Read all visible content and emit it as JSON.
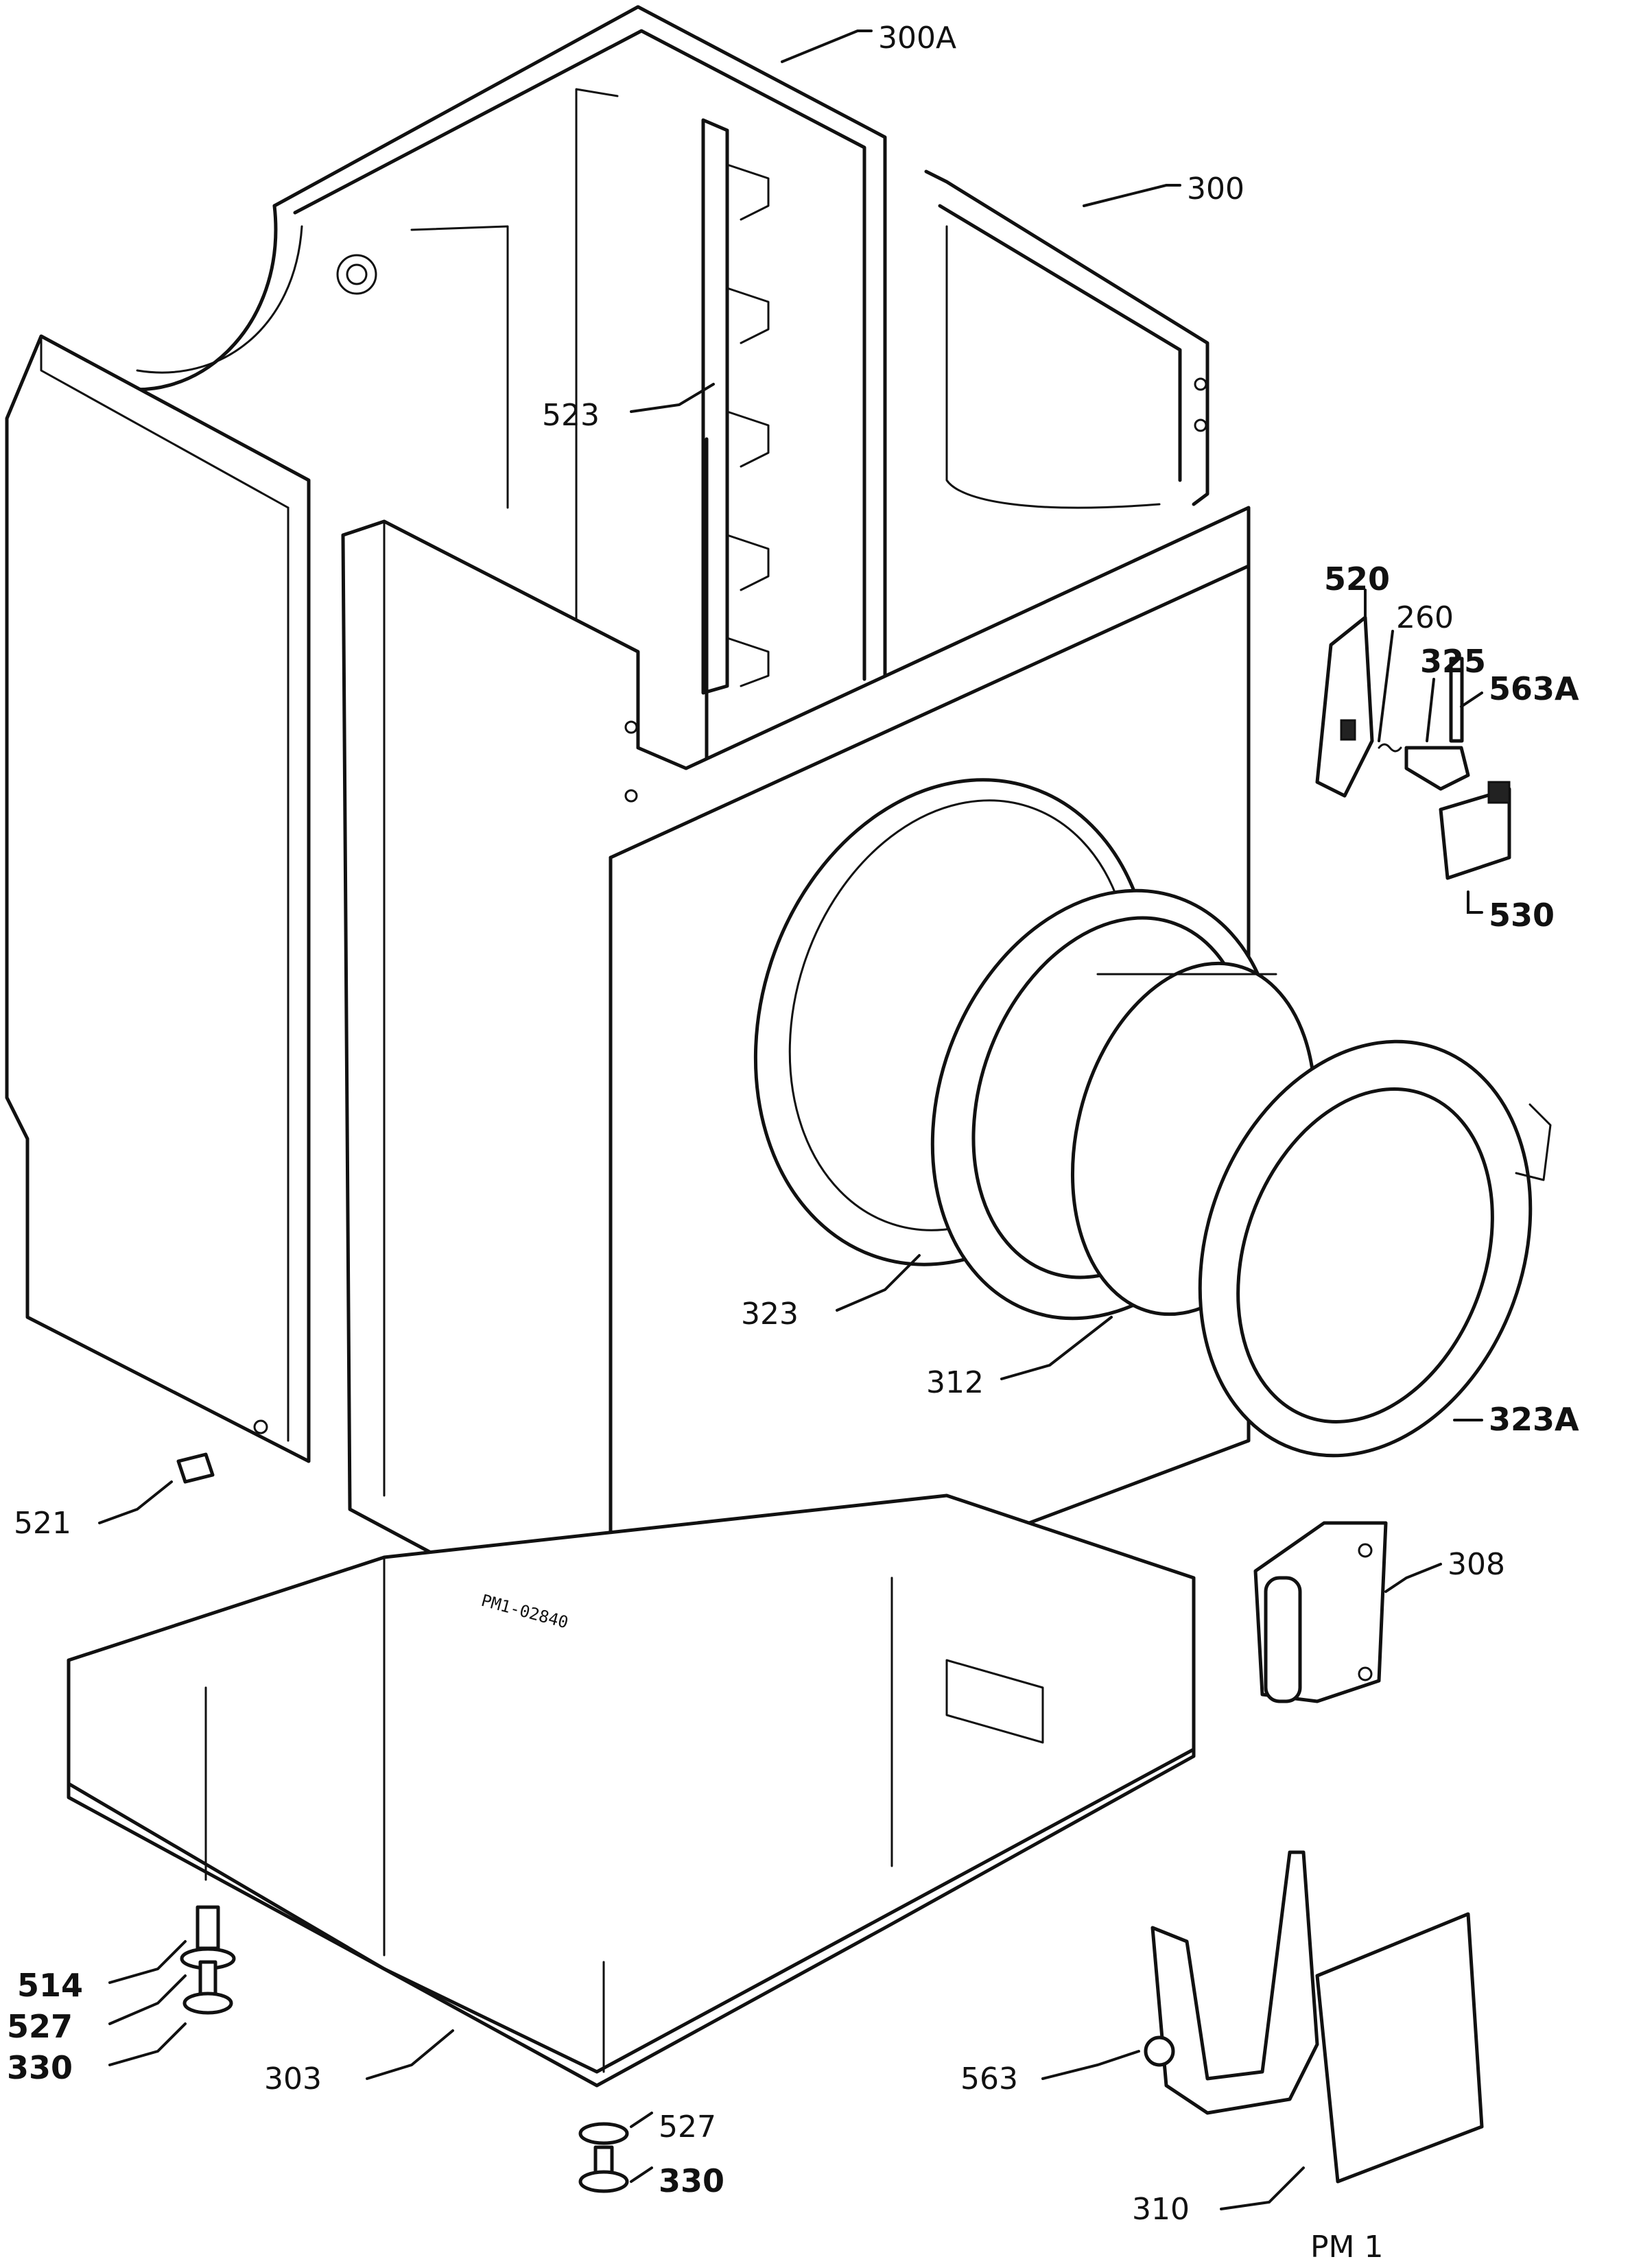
{
  "diagram": {
    "drawing_code": "PM1-02840",
    "sheet_label": "PM 1"
  },
  "callouts": [
    {
      "id": "c300A",
      "text": "300A"
    },
    {
      "id": "c300",
      "text": "300"
    },
    {
      "id": "c523",
      "text": "523"
    },
    {
      "id": "c520",
      "text": "520"
    },
    {
      "id": "c260",
      "text": "260"
    },
    {
      "id": "c325",
      "text": "325"
    },
    {
      "id": "c563A",
      "text": "563A"
    },
    {
      "id": "c530",
      "text": "530"
    },
    {
      "id": "c323",
      "text": "323"
    },
    {
      "id": "c312",
      "text": "312"
    },
    {
      "id": "c323A",
      "text": "323A"
    },
    {
      "id": "c521",
      "text": "521"
    },
    {
      "id": "c308",
      "text": "308"
    },
    {
      "id": "c514",
      "text": "514"
    },
    {
      "id": "c527a",
      "text": "527"
    },
    {
      "id": "c330a",
      "text": "330"
    },
    {
      "id": "c303",
      "text": "303"
    },
    {
      "id": "c527b",
      "text": "527"
    },
    {
      "id": "c330b",
      "text": "330"
    },
    {
      "id": "c563",
      "text": "563"
    },
    {
      "id": "c310",
      "text": "310"
    }
  ]
}
